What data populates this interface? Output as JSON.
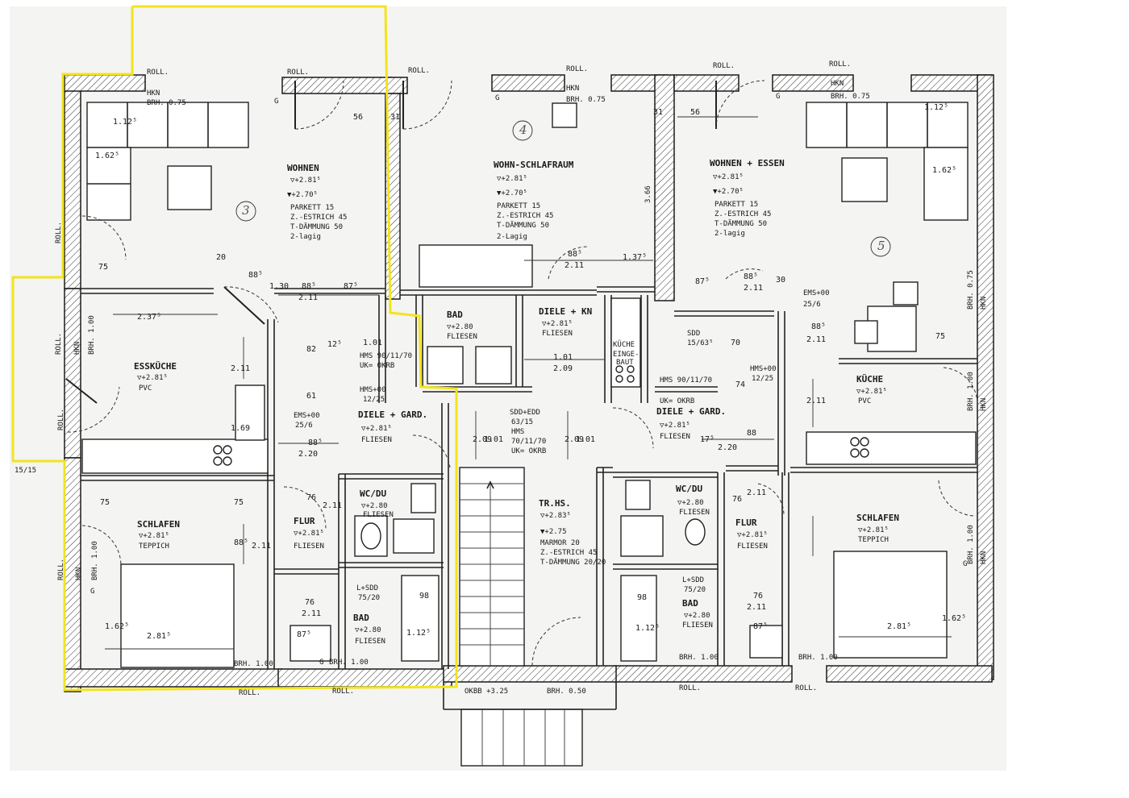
{
  "rooms": {
    "wohnen_l": {
      "name": "WOHNEN",
      "l1": "▽+2.81⁵",
      "l2": "▼+2.70⁵",
      "l3": "PARKETT 15",
      "l4": "Z.-ESTRICH 45",
      "l5": "T-DÄMMUNG 50",
      "l6": "2-lagig"
    },
    "esskueche": {
      "name": "ESSKÜCHE",
      "l1": "▽+2.81⁵",
      "l2": "PVC"
    },
    "diele_l": {
      "name": "DIELE + GARD.",
      "l1": "▽+2.81⁵",
      "l2": "FLIESEN"
    },
    "schlafen_l": {
      "name": "SCHLAFEN",
      "l1": "▽+2.81⁵",
      "l2": "TEPPICH"
    },
    "flur_l": {
      "name": "FLUR",
      "l1": "▽+2.81⁵",
      "l2": "FLIESEN"
    },
    "wcdu_l": {
      "name": "WC/DU",
      "l1": "▽+2.80",
      "l2": "FLIESEN"
    },
    "bad_l": {
      "name": "BAD",
      "l1": "▽+2.80",
      "l2": "FLIESEN"
    },
    "wohnschlaf": {
      "name": "WOHN-SCHLAFRAUM",
      "l1": "▽+2.81⁵",
      "l2": "▼+2.70⁵",
      "l3": "PARKETT 15",
      "l4": "Z.-ESTRICH 45",
      "l5": "T-DÄMMUNG 50",
      "l6": "2-Lagig"
    },
    "bad_m": {
      "name": "BAD",
      "l1": "▽+2.80",
      "l2": "FLIESEN"
    },
    "dielekn": {
      "name": "DIELE + KN",
      "l1": "▽+2.81⁵",
      "l2": "FLIESEN"
    },
    "trhs": {
      "name": "TR.HS.",
      "l1": "▽+2.83⁵",
      "l2": "▼+2.75",
      "l3": "MARMOR 20",
      "l4": "Z.-ESTRICH 45",
      "l5": "T-DÄMMUNG 20/20"
    },
    "wohnessen": {
      "name": "WOHNEN + ESSEN",
      "l1": "▽+2.81⁵",
      "l2": "▼+2.70⁵",
      "l3": "PARKETT 15",
      "l4": "Z.-ESTRICH 45",
      "l5": "T-DÄMMUNG 50",
      "l6": "2-lagig"
    },
    "kueche_r": {
      "name": "KÜCHE",
      "l1": "▽+2.81⁵",
      "l2": "PVC"
    },
    "diele_r": {
      "name": "DIELE + GARD.",
      "l1": "▽+2.81⁵",
      "l2": "FLIESEN"
    },
    "wcdu_r": {
      "name": "WC/DU",
      "l1": "▽+2.80",
      "l2": "FLIESEN"
    },
    "flur_r": {
      "name": "FLUR",
      "l1": "▽+2.81⁵",
      "l2": "FLIESEN"
    },
    "bad_r": {
      "name": "BAD",
      "l1": "▽+2.80",
      "l2": "FLIESEN"
    },
    "schlafen_r": {
      "name": "SCHLAFEN",
      "l1": "▽+2.81⁵",
      "l2": "TEPPICH"
    }
  },
  "unit_numbers": {
    "u3": "3",
    "u4": "4",
    "u5": "5"
  },
  "labels": {
    "roll": "ROLL.",
    "hkn": "HKN",
    "brh075": "BRH. 0.75",
    "brh100": "BRH. 1.00",
    "brh050": "BRH. 0.50",
    "okbb": "OKBB +3.25",
    "ems": "EMS+00",
    "ems_s": "25/6",
    "hms1": "HMS 90/11/70",
    "hms1b": "UK= OKRB",
    "hms2": "HMS+00",
    "hms2b": "12/25",
    "sdd_m": "SDD+EDD",
    "sdd_m2": "63/15",
    "hms_m": "HMS",
    "hms_m2": "70/11/70",
    "hms_m3": "UK= OKRB",
    "sdd_r": "SDD",
    "sdd_r2": "15/63⁵",
    "lsdd": "L+SDD",
    "lsdd2": "75/20",
    "kueche_einbau1": "KÜCHE",
    "kueche_einbau2": "EINGE-",
    "kueche_einbau3": "BAUT",
    "g": "G",
    "side": "15/15",
    "dim366": "3.66"
  },
  "dims": {
    "d112a": "1.12⁵",
    "d162a": "1.62⁵",
    "d56a": "56",
    "d31a": "31",
    "d75a": "75",
    "d237": "2.37⁵",
    "d20": "20",
    "d885a": "88⁵",
    "d130": "1.30",
    "d875a": "87⁵",
    "d211a": "2.11",
    "d101a": "1.01",
    "d125": "12⁵",
    "d82": "82",
    "d61": "61",
    "d211b": "2.11",
    "d169": "1.69",
    "d220a": "2.20",
    "d885b": "88⁵",
    "d76a": "76",
    "d211c": "2.11",
    "d98a": "98",
    "d1125a": "1.12⁵",
    "d875b": "87⁵",
    "d281a": "2.81⁵",
    "d162b": "1.62⁵",
    "d211d": "2.11",
    "d76b": "76",
    "d885c": "88⁵",
    "d211e": "2.11",
    "d1375": "1.37⁵",
    "d101b": "1.01",
    "d209a": "2.09",
    "d209b": "2.09",
    "d101c": "1.01",
    "d209c": "2.09",
    "d101d": "1.01",
    "d875c": "87⁵",
    "d885d": "88⁵",
    "d211f": "2.11",
    "d30": "30",
    "d885e": "88⁵",
    "d211g": "2.11",
    "d70": "70",
    "d74": "74",
    "d88a": "88",
    "d220b": "2.20",
    "d175": "17⁵",
    "d76c": "76",
    "d211h": "2.11",
    "d98b": "98",
    "d1125b": "1.12⁵",
    "d875d": "87⁵",
    "d76d": "76",
    "d211i": "2.11",
    "d56b": "56",
    "d31b": "31",
    "d1125c": "1.12⁵",
    "d162c": "1.62⁵",
    "d75b": "75",
    "d885f": "88⁵",
    "d211j": "2.11",
    "d75c": "75",
    "d281b": "2.81⁵",
    "d162d": "1.62⁵",
    "d885g": "88⁵",
    "d211k": "2.11",
    "d75d": "75"
  },
  "colors": {
    "highlight": "#f2e41c",
    "wall": "#1a1a1a",
    "paper": "#f4f4f2"
  }
}
